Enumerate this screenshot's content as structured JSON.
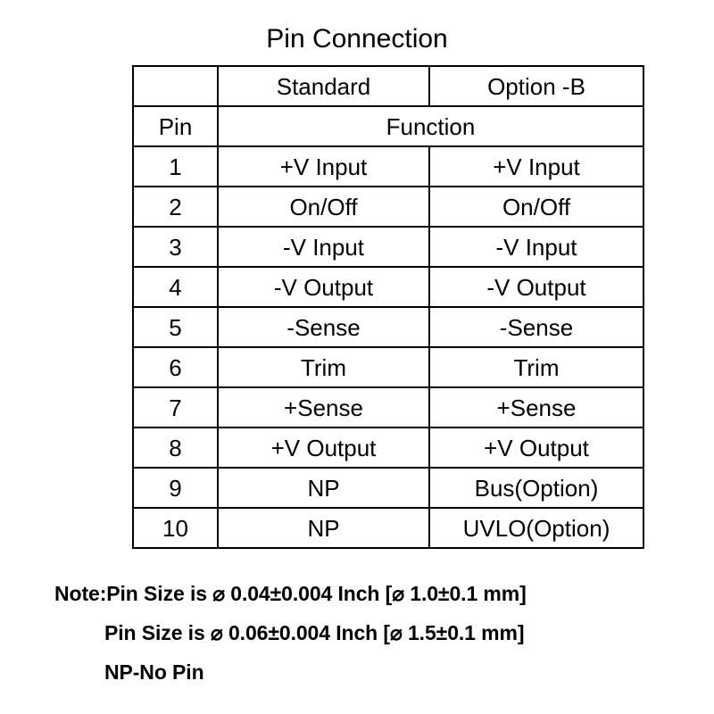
{
  "title": "Pin Connection",
  "table": {
    "header_top": {
      "blank": "",
      "standard": "Standard",
      "option_b": "Option -B"
    },
    "header_second": {
      "pin": "Pin",
      "function": "Function"
    },
    "columns": [
      "Pin",
      "Standard",
      "Option -B"
    ],
    "rows": [
      {
        "pin": "1",
        "standard": "+V Input",
        "option_b": "+V Input"
      },
      {
        "pin": "2",
        "standard": "On/Off",
        "option_b": "On/Off"
      },
      {
        "pin": "3",
        "standard": "-V Input",
        "option_b": "-V Input"
      },
      {
        "pin": "4",
        "standard": "-V Output",
        "option_b": "-V Output"
      },
      {
        "pin": "5",
        "standard": "-Sense",
        "option_b": "-Sense"
      },
      {
        "pin": "6",
        "standard": "Trim",
        "option_b": "Trim"
      },
      {
        "pin": "7",
        "standard": "+Sense",
        "option_b": "+Sense"
      },
      {
        "pin": "8",
        "standard": "+V Output",
        "option_b": "+V Output"
      },
      {
        "pin": "9",
        "standard": "NP",
        "option_b": "Bus(Option)"
      },
      {
        "pin": "10",
        "standard": "NP",
        "option_b": "UVLO(Option)"
      }
    ]
  },
  "notes": [
    "Note:Pin Size is ⌀ 0.04±0.004 Inch [⌀ 1.0±0.1 mm]",
    "Pin Size is ⌀ 0.06±0.004 Inch [⌀ 1.5±0.1 mm]",
    "NP-No Pin"
  ],
  "colors": {
    "background": "#ffffff",
    "text": "#000000",
    "border": "#000000"
  }
}
